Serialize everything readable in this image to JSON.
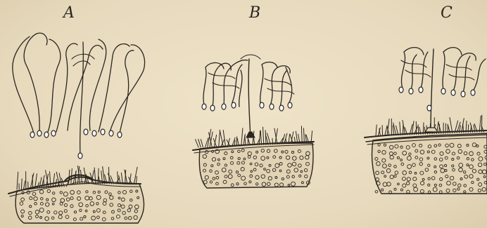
{
  "figures": [
    {
      "id": "A",
      "label": "A"
    },
    {
      "id": "B",
      "label": "B"
    },
    {
      "id": "C",
      "label": "C"
    }
  ],
  "colors": {
    "paper": "#e9dcc0",
    "ink": "#2a2520",
    "ink_light": "#4a4238"
  }
}
